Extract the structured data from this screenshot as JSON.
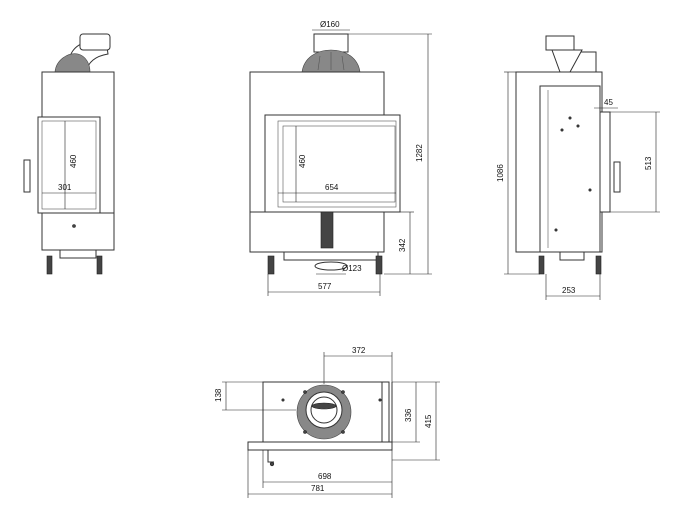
{
  "dimensions": {
    "side_left_height": "460",
    "side_left_width": "301",
    "front_flue_diameter": "Ø160",
    "front_glass_height": "460",
    "front_glass_width": "654",
    "front_total_height": "1282",
    "front_bottom_height": "342",
    "front_air_diameter": "Ø123",
    "front_base_width": "577",
    "right_total_height": "1086",
    "right_offset": "45",
    "right_glass_height": "513",
    "right_base_depth": "253",
    "top_flue_offset": "372",
    "top_small_depth": "138",
    "top_inner_depth": "336",
    "top_total_depth": "415",
    "top_inner_width": "698",
    "top_total_width": "781"
  }
}
